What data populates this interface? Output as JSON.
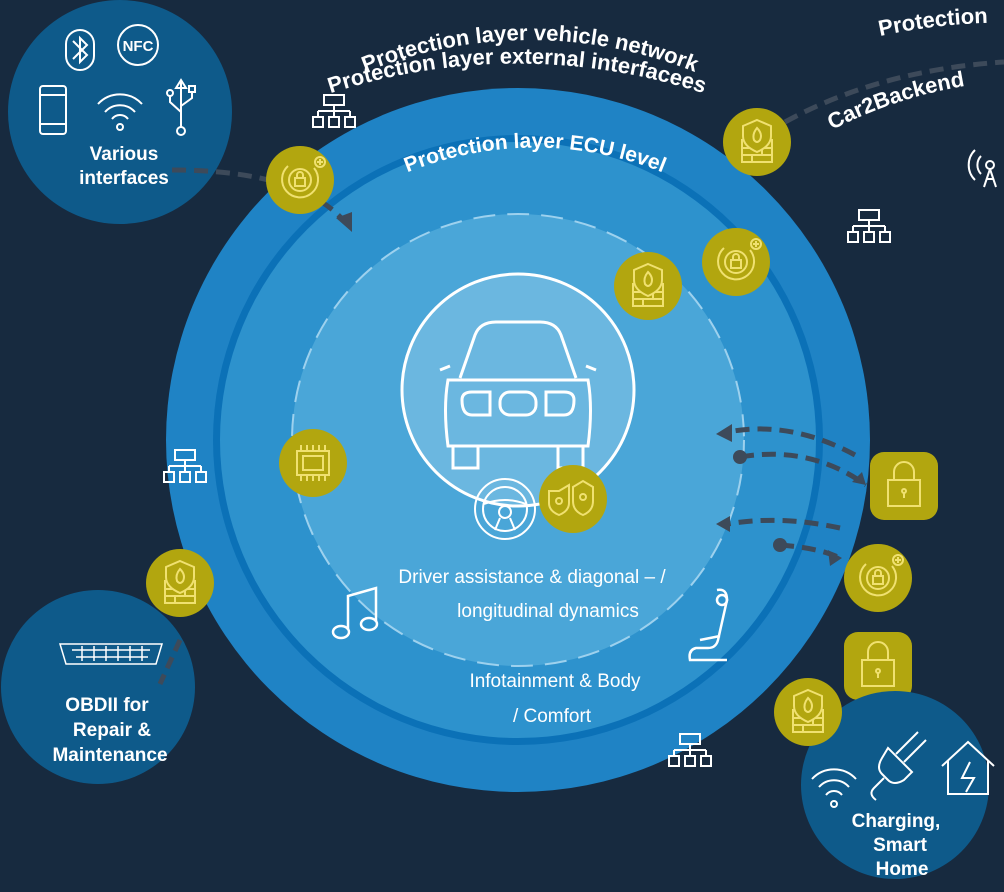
{
  "colors": {
    "background": "#172a3f",
    "outer_ring": "#1f83c5",
    "vehicle_ring": "#0b71b7",
    "ecu_ring": "#2d92cd",
    "domain_ring": "#4aa6d8",
    "core": "#6bb7e0",
    "badge": "#b2a60f",
    "badge_line": "#f0e170",
    "bubble": "#0e5a8a",
    "arrow": "#3d4a5a",
    "white": "#ffffff"
  },
  "arc_labels": {
    "outer_top": "Protection layer external interfacees",
    "outer_right": "Protection",
    "car2backend": "Car2Backend",
    "vehicle_network": "Protection layer vehicle network",
    "ecu_level": "Protection layer ECU level"
  },
  "bubbles": {
    "interfaces": {
      "line1": "Various",
      "line2": "interfaces",
      "nfc": "NFC"
    },
    "obd": {
      "line1": "OBDII for",
      "line2": "Repair &",
      "line3": "Maintenance"
    },
    "charging": {
      "line1": "Charging,",
      "line2": "Smart",
      "line3": "Home"
    }
  },
  "domains": {
    "driver": {
      "line1": "Driver assistance & diagonal – /",
      "line2": "longitudinal dynamics"
    },
    "infotainment": {
      "line1": "Infotainment & Body",
      "line2": "/ Comfort"
    }
  },
  "icons": [
    "bluetooth-icon",
    "nfc-icon",
    "smartphone-icon",
    "wifi-icon",
    "usb-icon",
    "network-topology-icon",
    "antenna-icon",
    "car-icon",
    "steering-wheel-icon",
    "shield-icon",
    "chip-icon",
    "music-note-icon",
    "seat-icon",
    "obd-connector-icon",
    "plug-icon",
    "smart-home-icon",
    "firewall-icon",
    "lock-icon",
    "secure-lock-icon"
  ]
}
